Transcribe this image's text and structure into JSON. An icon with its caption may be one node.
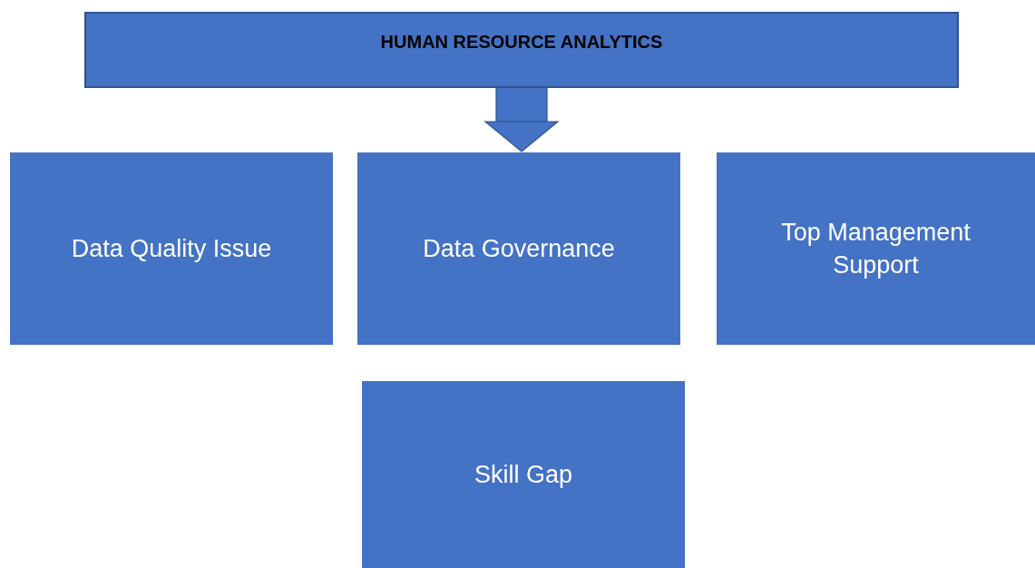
{
  "diagram": {
    "nodes": [
      {
        "text": [
          "HUMAN RESOURCE ANALYTICS"
        ]
      },
      {
        "text": [
          "Data Quality Issue"
        ]
      },
      {
        "text": [
          "Data Governance"
        ]
      },
      {
        "text": [
          "Top Management Support"
        ]
      },
      {
        "text": [
          "Skill Gap"
        ]
      }
    ],
    "edges": [
      {
        "from": 0,
        "to": 2,
        "arrow": "to"
      }
    ]
  }
}
